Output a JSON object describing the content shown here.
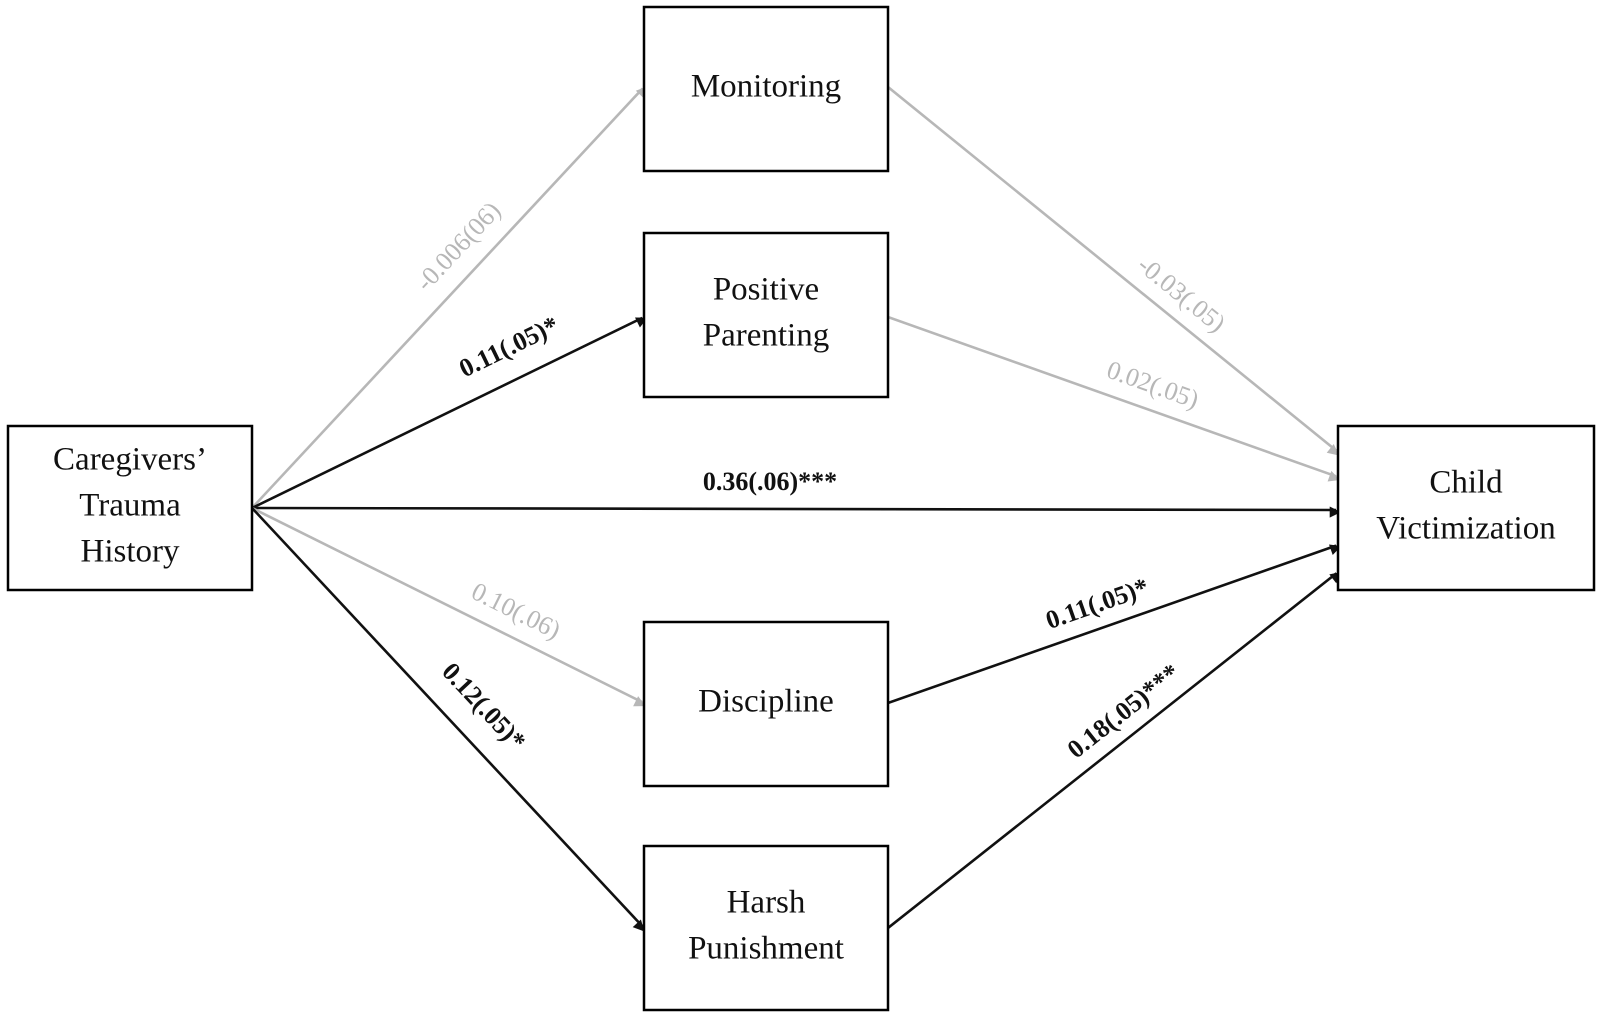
{
  "colors": {
    "significant": "#111111",
    "nonsignificant": "#b7b7b7",
    "box_border": "#000000",
    "background": "#ffffff"
  },
  "nodes": {
    "trauma": [
      "Caregivers’",
      "Trauma",
      "History"
    ],
    "monitoring": [
      "Monitoring"
    ],
    "positive": [
      "Positive",
      "Parenting"
    ],
    "discipline": [
      "Discipline"
    ],
    "harsh": [
      "Harsh",
      "Punishment"
    ],
    "child": [
      "Child",
      "Victimization"
    ]
  },
  "edges": {
    "trauma_monitoring": {
      "label": "-0.006(06)",
      "significant": false
    },
    "trauma_positive": {
      "label": "0.11(.05)*",
      "significant": true
    },
    "trauma_child": {
      "label": "0.36(.06)***",
      "significant": true
    },
    "trauma_discipline": {
      "label": "0.10(.06)",
      "significant": false
    },
    "trauma_harsh": {
      "label": "0.12(.05)*",
      "significant": true
    },
    "monitoring_child": {
      "label": "-0.03(.05)",
      "significant": false
    },
    "positive_child": {
      "label": "0.02(.05)",
      "significant": false
    },
    "discipline_child": {
      "label": "0.11(.05)*",
      "significant": true
    },
    "harsh_child": {
      "label": "0.18(.05)***",
      "significant": true
    }
  }
}
